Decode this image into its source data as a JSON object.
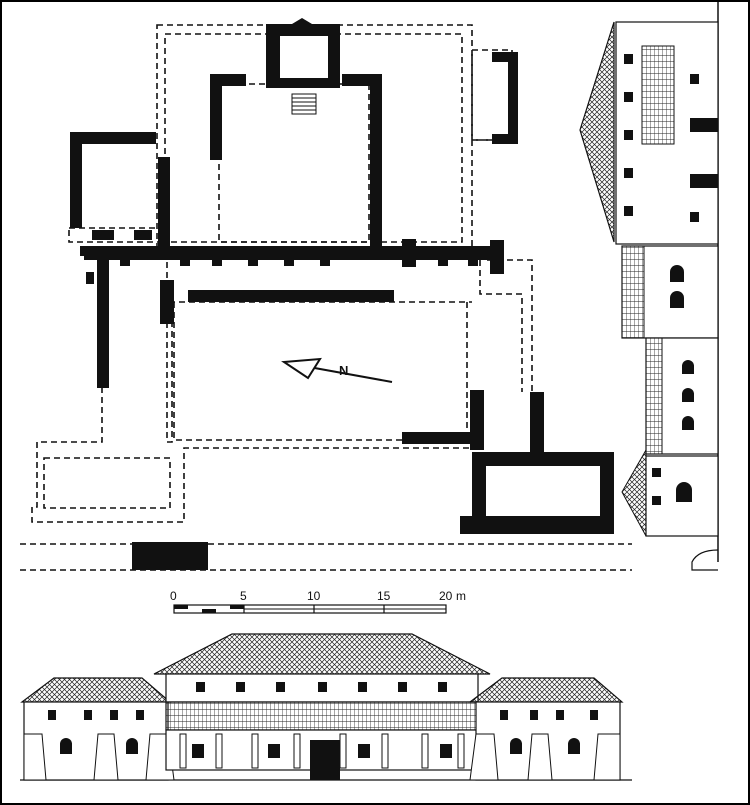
{
  "figure": {
    "north_marker": "N",
    "scale": {
      "ticks": [
        "0",
        "5",
        "10",
        "15",
        "20"
      ],
      "unit": "m"
    }
  },
  "colors": {
    "ink": "#111111",
    "paper": "#ffffff"
  }
}
